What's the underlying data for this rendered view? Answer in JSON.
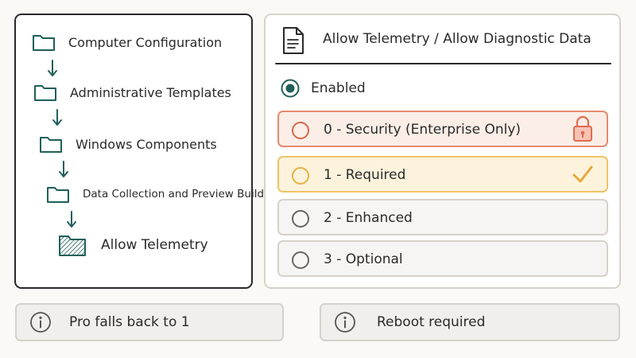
{
  "tree": {
    "items": [
      {
        "label": "Computer Configuration",
        "icon": "folder-icon"
      },
      {
        "label": "Administrative Templates",
        "icon": "folder-icon"
      },
      {
        "label": "Windows Components",
        "icon": "folder-icon"
      },
      {
        "label": "Data Collection and Preview Builds",
        "icon": "folder-icon"
      },
      {
        "label": "Allow Telemetry",
        "icon": "folder-filled-icon",
        "selected": true
      }
    ]
  },
  "policy": {
    "title": "Allow Telemetry / Allow Diagnostic Data",
    "title_icon": "document-icon",
    "state_label": "Enabled",
    "state_selected": true,
    "options": [
      {
        "label": "0 - Security (Enterprise Only)",
        "icon": "lock-icon",
        "accent": "#e58a6f"
      },
      {
        "label": "1 - Required",
        "icon": "checkmark-icon",
        "accent": "#f0c266"
      },
      {
        "label": "2 - Enhanced",
        "icon": "",
        "accent": "#d6d1ca"
      },
      {
        "label": "3 - Optional",
        "icon": "",
        "accent": "#d6d1ca"
      }
    ]
  },
  "notes": [
    {
      "text": "Pro falls back to 1",
      "icon": "info-icon"
    },
    {
      "text": "Reboot required",
      "icon": "info-icon"
    }
  ],
  "colors": {
    "folder_stroke": "#1f5f5b",
    "radio_selected": "#1f5f5b",
    "lock": "#e26b50",
    "check": "#e7a83a"
  }
}
